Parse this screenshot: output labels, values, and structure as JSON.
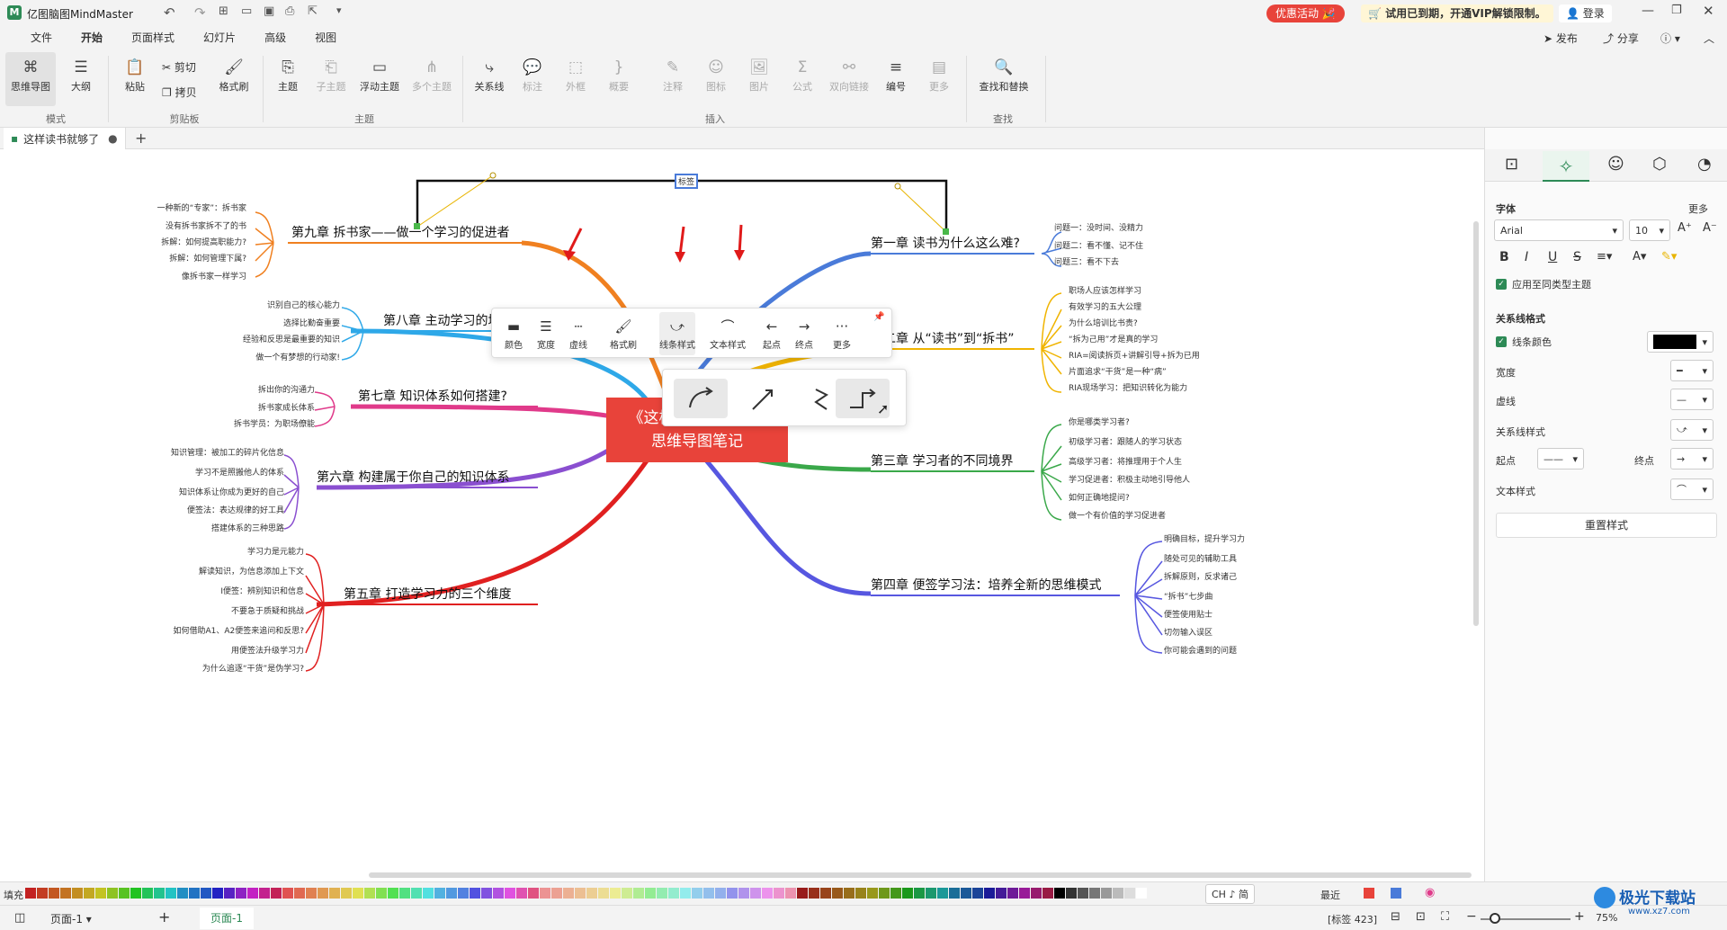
{
  "app": {
    "title": "亿图脑图MindMaster",
    "promo": "优惠活动",
    "trial_notice": "试用已到期，开通VIP解锁限制。",
    "login": "登录",
    "publish": "发布",
    "share": "分享",
    "help": "?"
  },
  "menu": {
    "items": [
      "文件",
      "开始",
      "页面样式",
      "幻灯片",
      "高级",
      "视图"
    ],
    "active": "开始"
  },
  "ribbon": {
    "groups": {
      "mode": "模式",
      "clipboard": "剪贴板",
      "topic": "主题",
      "insert": "插入",
      "find": "查找"
    },
    "mode": {
      "mindmap": "思维导图",
      "outline": "大纲"
    },
    "clipboard": {
      "paste": "粘贴",
      "cut": "剪切",
      "copy": "拷贝",
      "format_painter": "格式刷"
    },
    "topic": {
      "main": "主题",
      "sub": "子主题",
      "float": "浮动主题",
      "multi": "多个主题"
    },
    "insert": {
      "relation": "关系线",
      "label": "标注",
      "frame": "外框",
      "summary": "概要",
      "note": "注释",
      "icon": "图标",
      "image": "图片",
      "formula": "公式",
      "bilink": "双向链接",
      "numbering": "编号",
      "more": "更多"
    },
    "find": {
      "find_replace": "查找和替换"
    }
  },
  "doc_tab": {
    "name": "这样读书就够了",
    "panel_toggle": "面板"
  },
  "canvas": {
    "relation_label": "标签",
    "center": {
      "line1": "《这样读书就够了》",
      "line2": "思维导图笔记"
    },
    "chapters": {
      "ch1": {
        "title": "第一章 读书为什么这么难?",
        "subs": [
          "问题一：没时间、没精力",
          "问题二：看不懂、记不住",
          "问题三：看不下去"
        ]
      },
      "ch2": {
        "title": "第二章 从“读书”到“拆书”",
        "subs": [
          "职场人应该怎样学习",
          "有效学习的五大公理",
          "为什么培训比书贵?",
          "“拆为己用”才是真的学习",
          "RIA=阅读拆页+讲解引导+拆为已用",
          "片面追求“干货”是一种“病”",
          "RIA现场学习：把知识转化为能力"
        ]
      },
      "ch3": {
        "title": "第三章 学习者的不同境界",
        "subs": [
          "你是哪类学习者?",
          "初级学习者：跟随人的学习状态",
          "高级学习者：将推理用于个人生",
          "学习促进者：积极主动地引导他人",
          "如何正确地提问?",
          "做一个有价值的学习促进者"
        ]
      },
      "ch4": {
        "title": "第四章 便签学习法：培养全新的思维模式",
        "subs": [
          "明确目标，提升学习力",
          "随处可见的辅助工具",
          "拆解原则，反求诸己",
          "“拆书”七步曲",
          "便签使用贴士",
          "切勿输入误区",
          "你可能会遇到的问题"
        ]
      },
      "ch5": {
        "title": "第五章 打造学习力的三个维度",
        "subs": [
          "学习力是元能力",
          "解读知识，为信息添加上下文",
          "I便签：辨别知识和信息",
          "不要急于质疑和挑战",
          "如何借助A1、A2便签来追问和反思?",
          "用便签法升级学习力",
          "为什么追逐“干货”是伪学习?"
        ]
      },
      "ch6": {
        "title": "第六章 构建属于你自己的知识体系",
        "subs": [
          "知识管理：被加工的碎片化信息",
          "学习不是照搬他人的体系",
          "知识体系让你成为更好的自己",
          "便签法：表达规律的好工具",
          "搭建体系的三种思路"
        ]
      },
      "ch7": {
        "title": "第七章 知识体系如何搭建?",
        "subs": [
          "拆出你的沟通力",
          "拆书家成长体系",
          "拆书学员：为职场僚能"
        ]
      },
      "ch8": {
        "title": "第八章 主动学习的境界",
        "subs": [
          "识别自己的核心能力",
          "选择比勤奋重要",
          "经验和反思是最重要的知识",
          "做一个有梦想的行动家!"
        ]
      },
      "ch9": {
        "title": "第九章 拆书家——做一个学习的促进者",
        "subs": [
          "一种新的“专家”：拆书家",
          "没有拆书家拆不了的书",
          "拆解：如何提高职能力?",
          "拆解：如何管理下属?",
          "像拆书家一样学习"
        ]
      }
    }
  },
  "floating_toolbar": {
    "items": [
      "颜色",
      "宽度",
      "虚线",
      "格式刷",
      "线条样式",
      "文本样式",
      "起点",
      "终点",
      "更多"
    ]
  },
  "line_style_popup": {
    "options": [
      "curve",
      "straight",
      "zigzag",
      "elbow"
    ]
  },
  "right_panel": {
    "font_section": "字体",
    "more": "更多",
    "font_family": "Arial",
    "font_size": "10",
    "apply_same": "应用至同类型主题",
    "relation_section": "关系线格式",
    "line_color": "线条颜色",
    "line_color_value": "#000000",
    "width": "宽度",
    "dash": "虚线",
    "line_style": "关系线样式",
    "start": "起点",
    "end": "终点",
    "text_style": "文本样式",
    "reset": "重置样式"
  },
  "palette": {
    "fill_label": "填充",
    "recent_label": "最近",
    "lang": "CH ♪ 简"
  },
  "status": {
    "page_name": "页面-1",
    "page_tab": "页面-1",
    "label_count": "[标签 423]",
    "zoom": "75%"
  },
  "watermark": {
    "text": "极光下载站",
    "url": "www.xz7.com"
  },
  "colors": {
    "accent": "#2d8a56",
    "center_bg": "#e8433a",
    "ch1": "#4a7bd9",
    "ch2": "#f0b400",
    "ch3": "#3aa84a",
    "ch4": "#5757e0",
    "ch5": "#e02020",
    "ch6": "#8a4fd0",
    "ch7": "#e03a8a",
    "ch8": "#2ea8e8",
    "ch9": "#f08020"
  }
}
